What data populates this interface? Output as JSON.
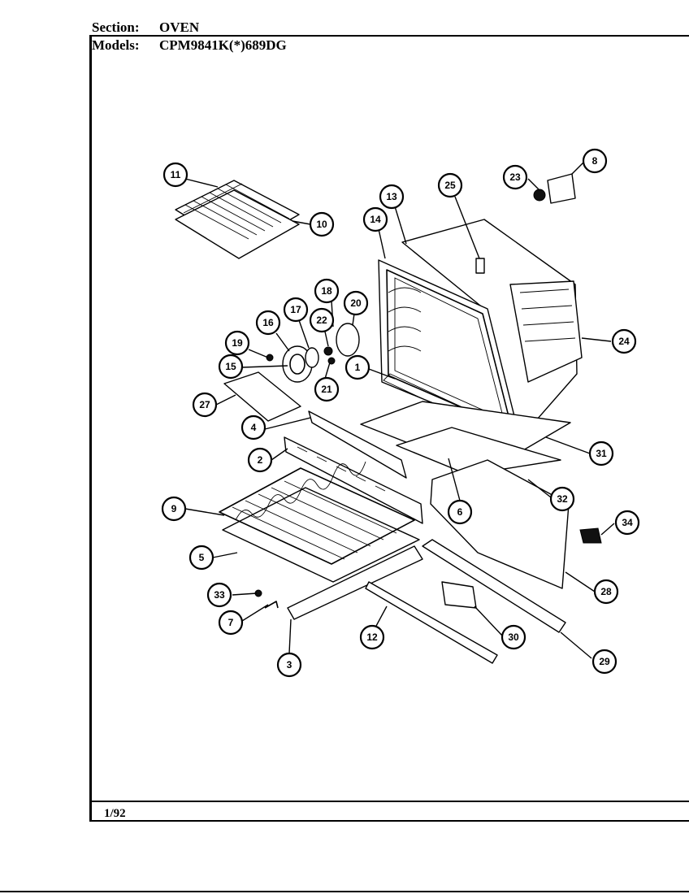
{
  "header": {
    "section_label": "Section:",
    "section_value": "OVEN",
    "models_label": "Models:",
    "models_value": "CPM9841K(*)689DG"
  },
  "footer": {
    "date": "1/92"
  },
  "callouts": [
    {
      "id": "11"
    },
    {
      "id": "10"
    },
    {
      "id": "13"
    },
    {
      "id": "14"
    },
    {
      "id": "25"
    },
    {
      "id": "23"
    },
    {
      "id": "8"
    },
    {
      "id": "18"
    },
    {
      "id": "20"
    },
    {
      "id": "17"
    },
    {
      "id": "22"
    },
    {
      "id": "16"
    },
    {
      "id": "19"
    },
    {
      "id": "15"
    },
    {
      "id": "21"
    },
    {
      "id": "1"
    },
    {
      "id": "24"
    },
    {
      "id": "27"
    },
    {
      "id": "4"
    },
    {
      "id": "31"
    },
    {
      "id": "2"
    },
    {
      "id": "6"
    },
    {
      "id": "32"
    },
    {
      "id": "9"
    },
    {
      "id": "34"
    },
    {
      "id": "5"
    },
    {
      "id": "28"
    },
    {
      "id": "33"
    },
    {
      "id": "7"
    },
    {
      "id": "30"
    },
    {
      "id": "12"
    },
    {
      "id": "3"
    },
    {
      "id": "29"
    }
  ]
}
